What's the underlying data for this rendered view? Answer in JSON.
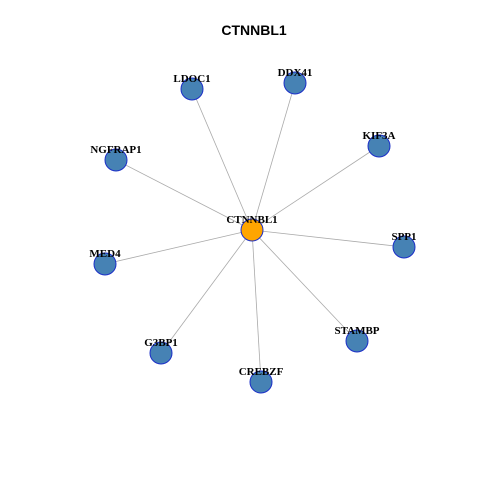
{
  "title": "CTNNBL1",
  "colors": {
    "center_fill": "#FFA500",
    "leaf_fill": "#4682B4",
    "node_stroke": "#1C2FC8",
    "edge": "#AAAAAA"
  },
  "network": {
    "center": {
      "id": "CTNNBL1",
      "label": "CTNNBL1"
    },
    "neighbors": [
      {
        "id": "LDOC1",
        "label": "LDOC1"
      },
      {
        "id": "DDX41",
        "label": "DDX41"
      },
      {
        "id": "KIF3A",
        "label": "KIF3A"
      },
      {
        "id": "NGFRAP1",
        "label": "NGFRAP1"
      },
      {
        "id": "SPP1",
        "label": "SPP1"
      },
      {
        "id": "MED4",
        "label": "MED4"
      },
      {
        "id": "STAMBP",
        "label": "STAMBP"
      },
      {
        "id": "G3BP1",
        "label": "G3BP1"
      },
      {
        "id": "CREBZF",
        "label": "CREBZF"
      }
    ]
  }
}
